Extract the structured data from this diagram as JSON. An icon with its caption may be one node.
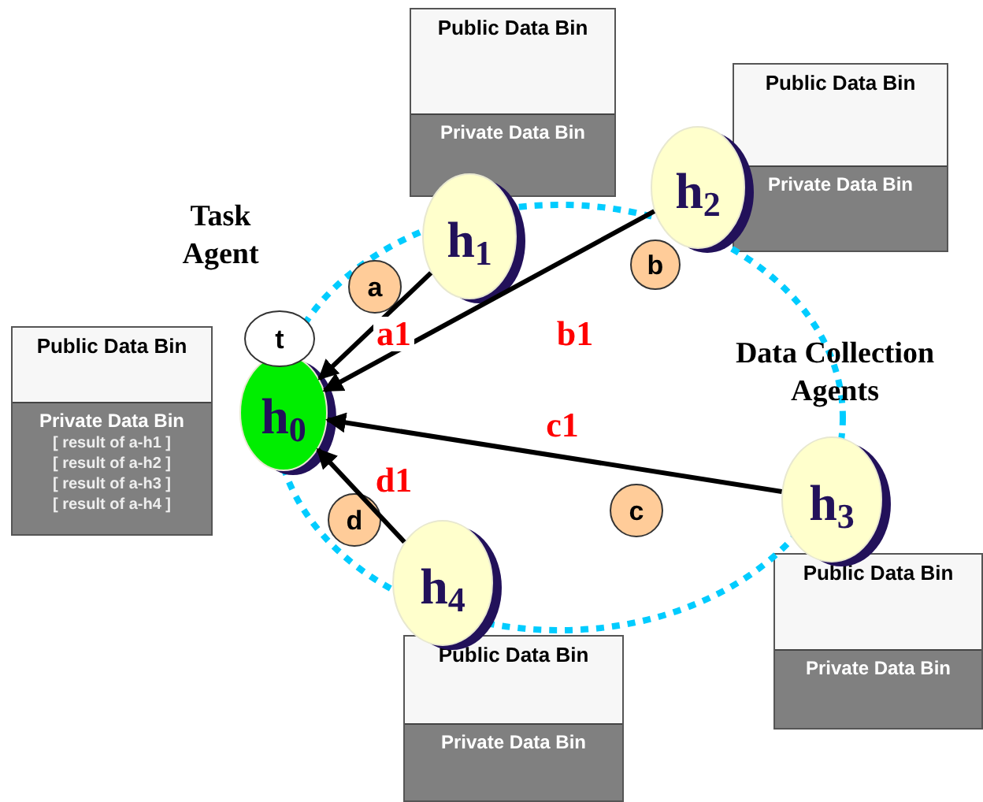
{
  "diagram": {
    "nodes": [
      {
        "text": [
          "h$_{0}$"
        ]
      },
      {
        "text": [
          "t"
        ]
      },
      {
        "text": [
          "h$_{1}$"
        ]
      },
      {
        "text": [
          "h$_{2}$"
        ]
      },
      {
        "text": [
          "h$_{3}$"
        ]
      },
      {
        "text": [
          "h$_{4}$"
        ]
      },
      {
        "text": [
          "a"
        ]
      },
      {
        "text": [
          "b"
        ]
      },
      {
        "text": [
          "c"
        ]
      },
      {
        "text": [
          "d"
        ]
      },
      {
        "text": [
          "Public Data Bin",
          "Private Data Bin",
          "[ result of a-h1 ]",
          "[ result of a-h2 ]",
          "[ result of a-h3 ]",
          "[ result of a-h4 ]"
        ]
      },
      {
        "text": [
          "Public Data Bin",
          "Private Data Bin"
        ]
      },
      {
        "text": [
          "Public Data Bin",
          "Private Data Bin"
        ]
      },
      {
        "text": [
          "Public Data Bin",
          "Private Data Bin"
        ]
      },
      {
        "text": [
          "Public Data Bin",
          "Private Data Bin"
        ]
      }
    ],
    "edges": [
      {
        "from": 2,
        "to": 0,
        "arrow": "to",
        "label": "a1"
      },
      {
        "from": 3,
        "to": 0,
        "arrow": "to",
        "label": "b1"
      },
      {
        "from": 4,
        "to": 0,
        "arrow": "to",
        "label": "c1"
      },
      {
        "from": 5,
        "to": 0,
        "arrow": "to",
        "label": "d1"
      }
    ],
    "labels": [
      "Task Agent",
      "Data Collection Agents"
    ]
  }
}
